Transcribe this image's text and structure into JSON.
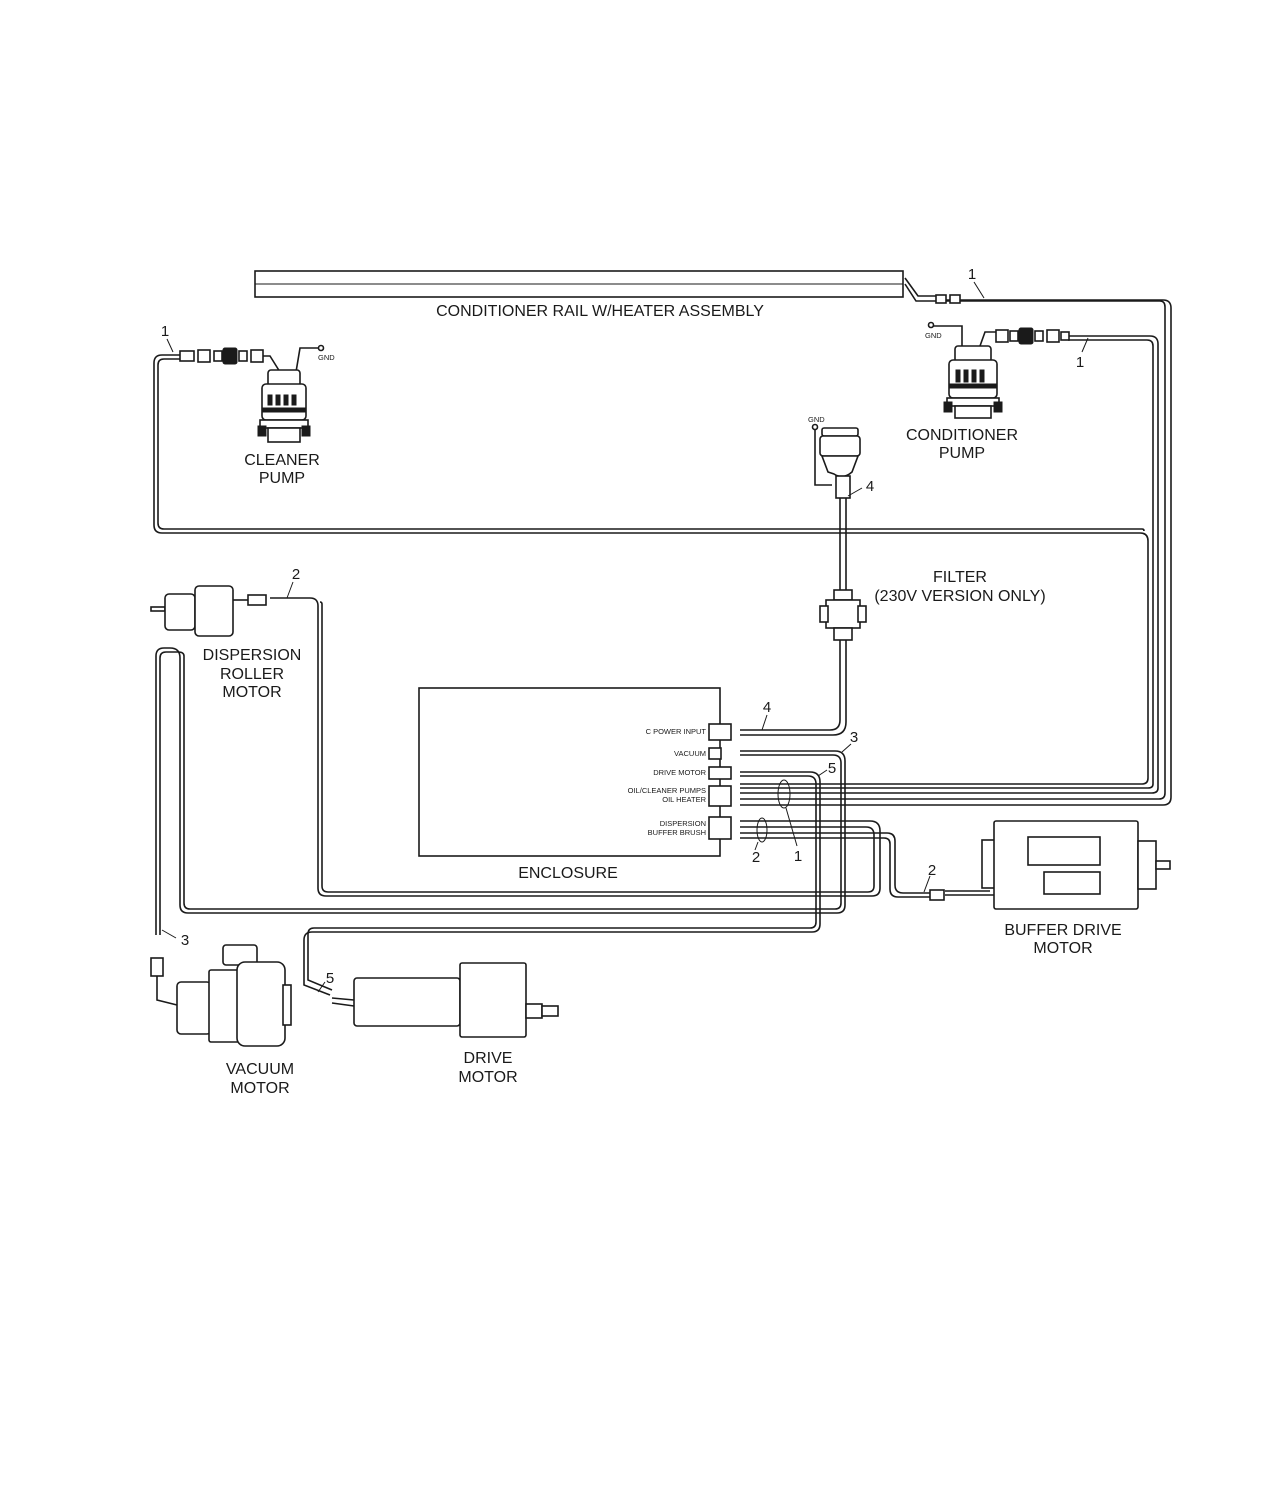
{
  "components": {
    "conditioner_rail": "CONDITIONER RAIL W/HEATER ASSEMBLY",
    "cleaner_pump": [
      "CLEANER",
      "PUMP"
    ],
    "conditioner_pump": [
      "CONDITIONER",
      "PUMP"
    ],
    "filter": [
      "FILTER",
      "(230V VERSION ONLY)"
    ],
    "dispersion_roller_motor": [
      "DISPERSION",
      "ROLLER",
      "MOTOR"
    ],
    "enclosure": "ENCLOSURE",
    "buffer_drive_motor": [
      "BUFFER DRIVE",
      "MOTOR"
    ],
    "vacuum_motor": [
      "VACUUM",
      "MOTOR"
    ],
    "drive_motor": [
      "DRIVE",
      "MOTOR"
    ]
  },
  "ground_label": "GND",
  "enclosure_ports": [
    [
      "C  POWER  INPUT"
    ],
    [
      "VACUUM"
    ],
    [
      "DRIVE  MOTOR"
    ],
    [
      "OIL/CLEANER  PUMPS",
      "OIL  HEATER"
    ],
    [
      "DISPERSION",
      "BUFFER  BRUSH"
    ]
  ],
  "callouts": {
    "rail": "1",
    "cleaner_pump": "1",
    "conditioner_pump": "1",
    "filter_power": "4",
    "dispersion_roller": "2",
    "enclosure_power": "4",
    "enclosure_vacuum": "3",
    "enclosure_drive": "5",
    "enclosure_bundle_2": "2",
    "enclosure_bundle_1": "1",
    "buffer_drive": "2",
    "vacuum_motor": "3",
    "drive_motor": "5"
  }
}
